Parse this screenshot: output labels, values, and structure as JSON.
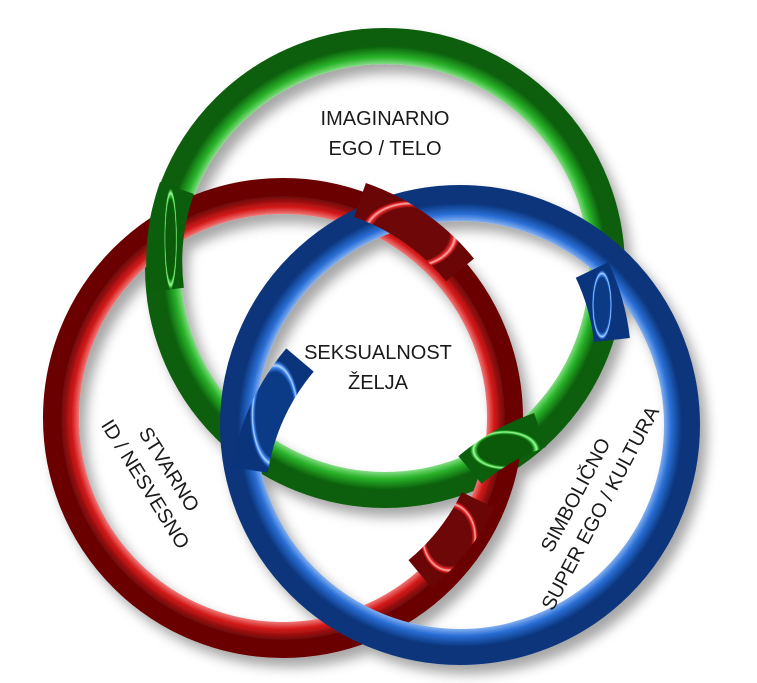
{
  "rings": {
    "imaginary": {
      "line1": "IMAGINARNO",
      "line2": "EGO / TELO",
      "color": "#2db82d"
    },
    "real": {
      "line1": "STVARNO",
      "line2": "ID / NESVESNO",
      "color": "#dd2020"
    },
    "symbolic": {
      "line1": "SIMBOLIČNO",
      "line2": "SUPER EGO / KULTURA",
      "color": "#2a6fd6"
    }
  },
  "center": {
    "line1": "SEKSUALNOST",
    "line2": "ŽELJA"
  }
}
